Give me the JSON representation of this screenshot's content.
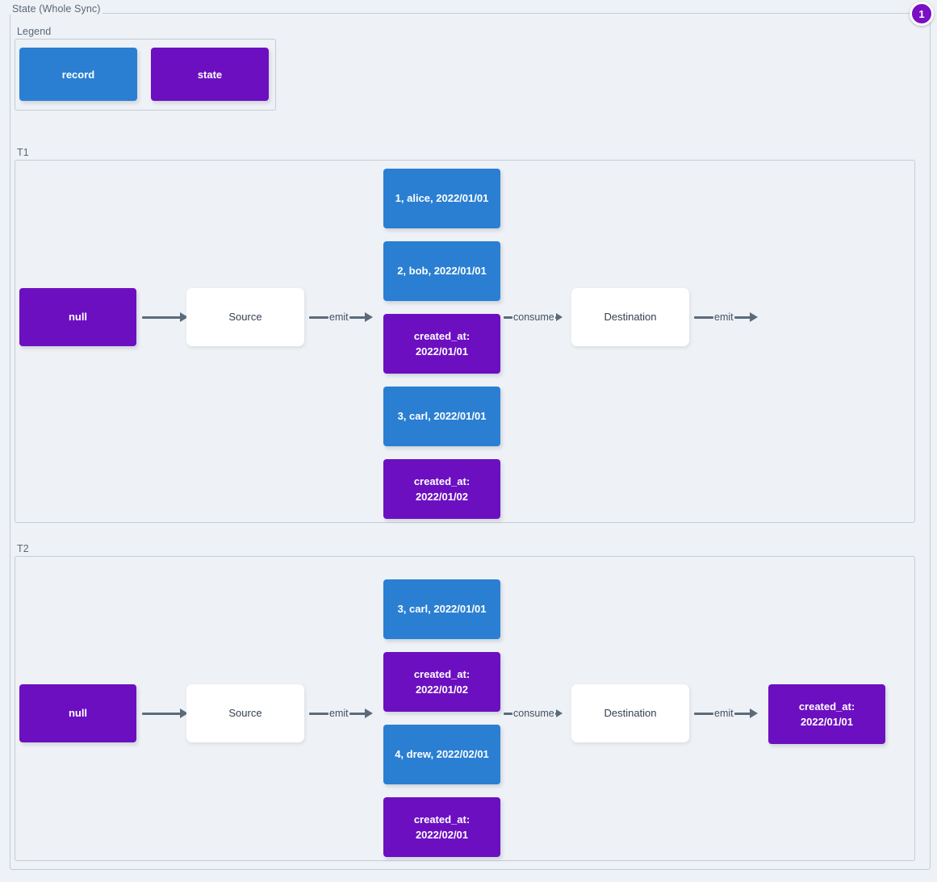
{
  "diagram": {
    "title": "State (Whole Sync)",
    "badge": "1"
  },
  "legend": {
    "title": "Legend",
    "items": [
      {
        "label": "record",
        "color": "#2a7fd2"
      },
      {
        "label": "state",
        "color": "#6c0fc0"
      }
    ]
  },
  "sections": [
    {
      "title": "T1",
      "initial_state": "null",
      "source_label": "Source",
      "destination_label": "Destination",
      "emit_label": "emit",
      "consume_label": "consume",
      "final_emit_label": "emit",
      "stream": [
        {
          "kind": "record",
          "text": "1, alice, 2022/01/01"
        },
        {
          "kind": "record",
          "text": "2, bob, 2022/01/01"
        },
        {
          "kind": "state",
          "text": "created_at:\n2022/01/01"
        },
        {
          "kind": "record",
          "text": "3, carl, 2022/01/01"
        },
        {
          "kind": "state",
          "text": "created_at:\n2022/01/02"
        }
      ],
      "output_state": null
    },
    {
      "title": "T2",
      "initial_state": "null",
      "source_label": "Source",
      "destination_label": "Destination",
      "emit_label": "emit",
      "consume_label": "consume",
      "final_emit_label": "emit",
      "stream": [
        {
          "kind": "record",
          "text": "3, carl, 2022/01/01"
        },
        {
          "kind": "state",
          "text": "created_at:\n2022/01/02"
        },
        {
          "kind": "record",
          "text": "4, drew, 2022/02/01"
        },
        {
          "kind": "state",
          "text": "created_at:\n2022/02/01"
        }
      ],
      "output_state": "created_at:\n2022/01/01"
    }
  ],
  "colors": {
    "record": "#2a7fd2",
    "state": "#6c0fc0",
    "background": "#eef1f5",
    "panel_border": "#c3cdd8",
    "arrow": "#5b6b7a",
    "badge": "#7a0fc4"
  }
}
